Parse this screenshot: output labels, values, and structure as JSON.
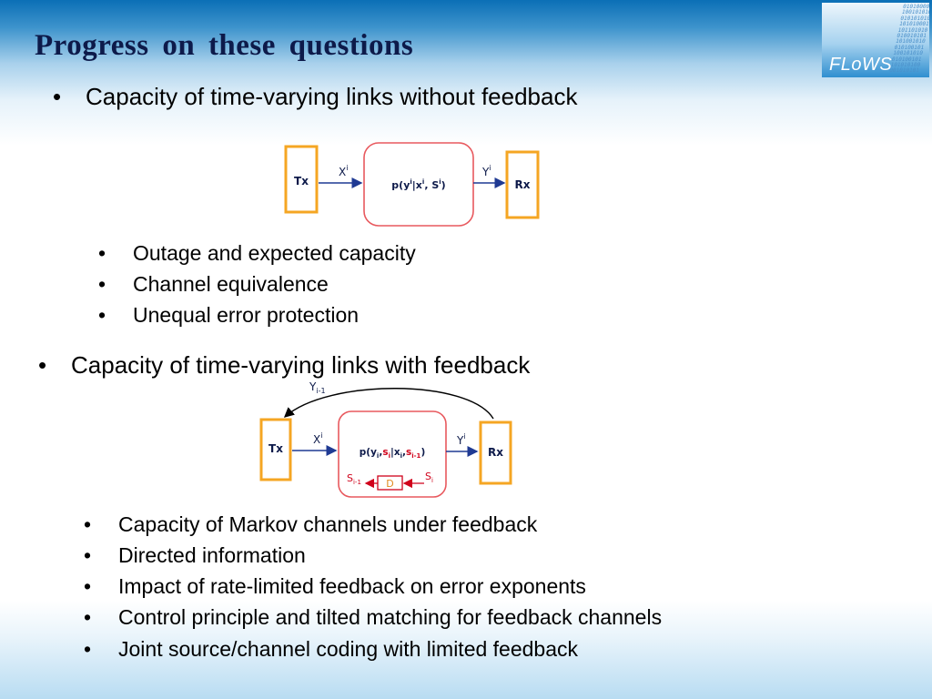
{
  "slide": {
    "title": "Progress  on  these  questions",
    "logo": {
      "text": "FLoWS",
      "bits": "010100000\n100101010\n010101010\n101010001\n101101010\n010010101\n101001010\n010100101\n100101010\n010100101\n101010100\n001010101"
    }
  },
  "section1": {
    "heading": "Capacity of time-varying links without feedback",
    "bullets": [
      "Outage and expected capacity",
      "Channel equivalence",
      "Unequal error protection"
    ]
  },
  "section2": {
    "heading": "Capacity of time-varying links with feedback",
    "bullets": [
      "Capacity of Markov channels under feedback",
      "Directed information",
      "Impact of rate-limited feedback on error exponents",
      "Control principle and tilted matching for feedback channels",
      "Joint source/channel coding with limited feedback"
    ]
  },
  "bullet_char": "•",
  "diagram1": {
    "tx": "Tx",
    "rx": "Rx",
    "x": "X",
    "y": "Y",
    "sup": "i",
    "ch_open": "p(y",
    "ch_bar": "|x",
    "ch_comma": ", S",
    "ch_close": ")"
  },
  "diagram2": {
    "tx": "Tx",
    "rx": "Rx",
    "x": "X",
    "y": "Y",
    "sup": "i",
    "fb_y": "Y",
    "fb_sub": "i-1",
    "ch_open": "p(y",
    "i": "i",
    "comma": ",",
    "s": "s",
    "bar": "|x",
    "i1": "i-1",
    "close": ")",
    "d": "D",
    "S": "S",
    "si1": "i-1",
    "si": "i"
  },
  "colors": {
    "title": "#0d1a4a",
    "box_orange": "#f5a623",
    "channel_red": "#e8595e",
    "arrow_navy": "#1f3a93",
    "diagram_text": "#0d1a4a",
    "state_red": "#d0021b",
    "d_orange": "#e08a1e"
  }
}
